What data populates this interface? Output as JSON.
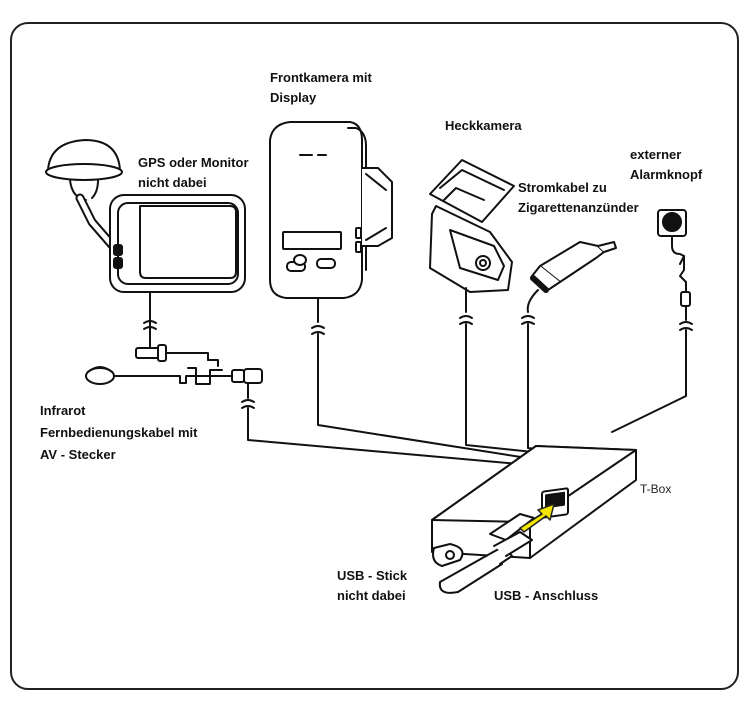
{
  "labels": {
    "front_camera": [
      "Frontkamera mit",
      "Display"
    ],
    "gps_monitor": [
      "GPS oder Monitor",
      "nicht dabei"
    ],
    "rear_camera": [
      "Heckkamera"
    ],
    "alarm_button": [
      "externer",
      "Alarmknopf"
    ],
    "power_cable": [
      "Stromkabel zu",
      "Zigarettenanzünder"
    ],
    "ir_cable": [
      "Infrarot",
      "Fernbedienungskabel mit",
      "AV - Stecker"
    ],
    "usb_stick": [
      "USB - Stick",
      "nicht dabei"
    ],
    "usb_port": [
      "USB - Anschluss"
    ],
    "tbox": "T-Box"
  },
  "colors": {
    "line": "#111111",
    "arrow": "#f5e600",
    "outline": "#222222"
  }
}
